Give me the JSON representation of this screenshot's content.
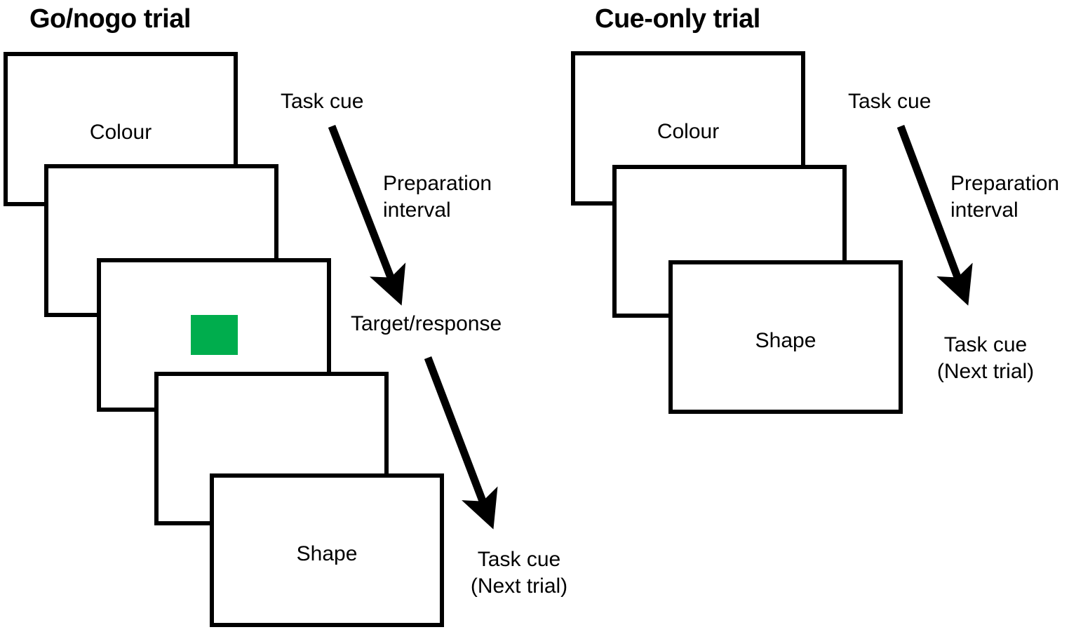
{
  "figure": {
    "background_color": "#ffffff",
    "line_color": "#000000",
    "stimulus_color": "#00AD4D"
  },
  "panels_left": {
    "title": "Go/nogo trial",
    "screens": [
      {
        "label": "Colour"
      },
      {
        "label": ""
      },
      {
        "label": "",
        "stimulus": "green-square"
      },
      {
        "label": ""
      },
      {
        "label": "Shape"
      }
    ]
  },
  "panels_right": {
    "title": "Cue-only trial",
    "screens": [
      {
        "label": "Colour"
      },
      {
        "label": ""
      },
      {
        "label": "Shape"
      }
    ]
  },
  "annotations_left": {
    "task_cue": "Task cue",
    "preparation_interval": "Preparation\ninterval",
    "target_response": "Target/response",
    "task_cue_next": "Task cue\n(Next trial)"
  },
  "annotations_right": {
    "task_cue": "Task cue",
    "preparation_interval": "Preparation\ninterval",
    "task_cue_next": "Task cue\n(Next trial)"
  }
}
